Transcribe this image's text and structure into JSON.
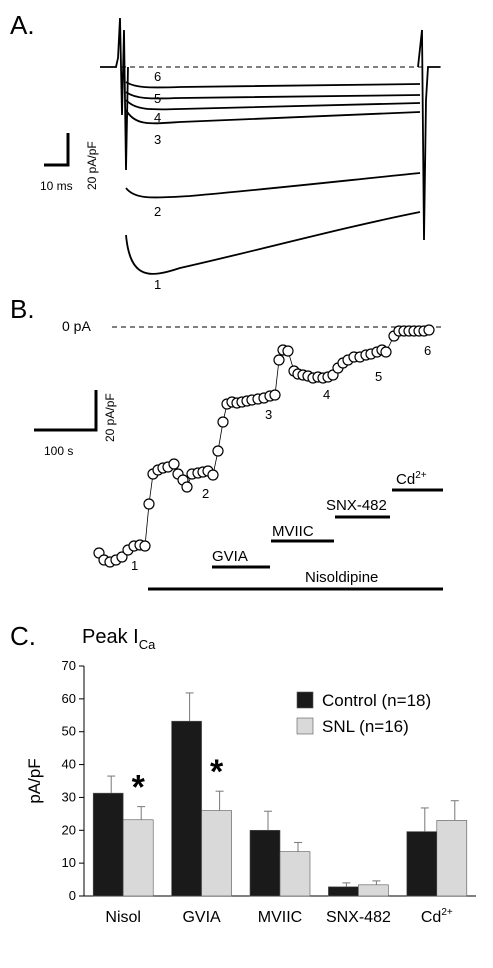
{
  "panel_a": {
    "label": "A.",
    "scale_time": "10 ms",
    "scale_current": "20 pA/pF",
    "trace_labels": [
      "1",
      "2",
      "3",
      "4",
      "5",
      "6"
    ]
  },
  "panel_b": {
    "label": "B.",
    "zero_label": "0 pA",
    "scale_time": "100 s",
    "scale_current": "20 pA/pF",
    "point_labels": [
      "1",
      "2",
      "3",
      "4",
      "5",
      "6"
    ],
    "drugs": [
      "GVIA",
      "MVIIC",
      "SNX-482",
      "Cd",
      "Nisoldipine"
    ],
    "cd_superscript": "2+"
  },
  "panel_c": {
    "label": "C.",
    "title_main": "Peak I",
    "title_sub": "Ca"
  },
  "chart_data": {
    "type": "bar",
    "ylabel": "pA/pF",
    "ylim": [
      0,
      70
    ],
    "yticks": [
      "0",
      "10",
      "20",
      "30",
      "40",
      "50",
      "60",
      "70"
    ],
    "categories": [
      "Nisol",
      "GVIA",
      "MVIIC",
      "SNX-482",
      "Cd"
    ],
    "category_superscript": [
      "",
      "",
      "",
      "",
      "2+"
    ],
    "series": [
      {
        "name": "Control (n=18)",
        "color": "#1a1a1a",
        "values": [
          31.3,
          53.2,
          20.0,
          2.8,
          19.6
        ],
        "errors": [
          5.2,
          8.6,
          5.8,
          1.2,
          7.2
        ]
      },
      {
        "name": "SNL (n=16)",
        "color": "#d9d9d9",
        "values": [
          23.2,
          26.0,
          13.5,
          3.4,
          23.0
        ],
        "errors": [
          4.0,
          5.9,
          2.8,
          1.2,
          6.0
        ]
      }
    ],
    "significance": [
      "*",
      "*",
      "",
      "",
      ""
    ],
    "legend_position": "top-right"
  }
}
